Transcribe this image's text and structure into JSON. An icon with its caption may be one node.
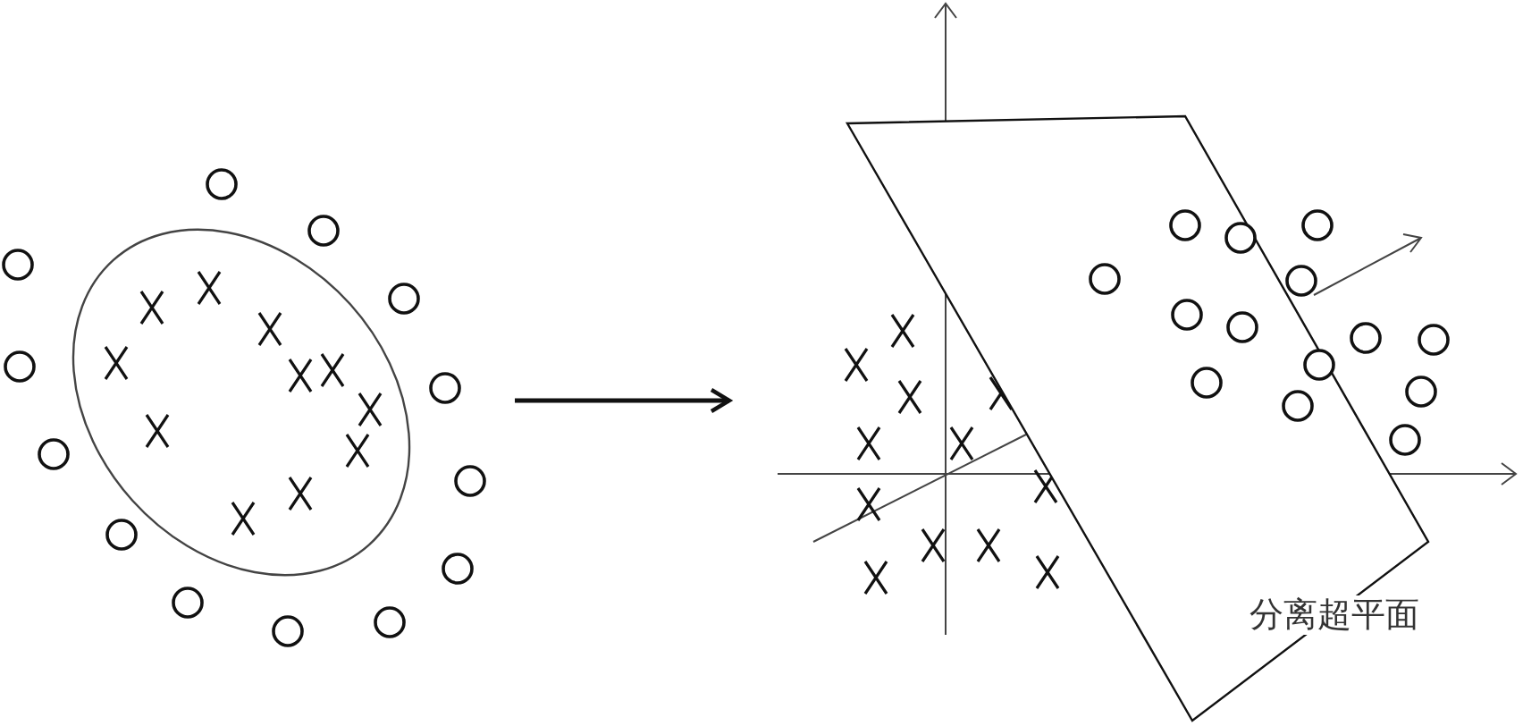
{
  "diagram": {
    "nodes": [
      {
        "text": [],
        "shape": "picture"
      },
      {
        "text": [],
        "shape": "picture"
      }
    ],
    "edges": [
      {
        "from": 0,
        "to": 1,
        "arrow": "to"
      }
    ],
    "labels": [
      "分离超平面"
    ]
  }
}
